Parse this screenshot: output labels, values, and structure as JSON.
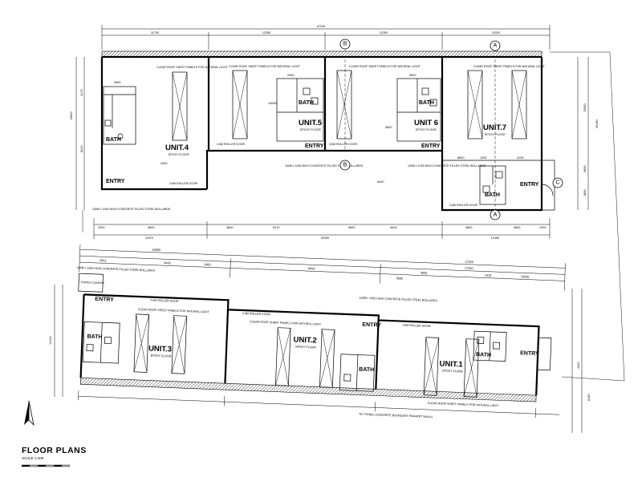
{
  "drawing": {
    "title": "FLOOR PLANS",
    "scale": "SCALE 1:100",
    "overall_dim_top": "47240",
    "overall_dim_bottom_block": "17320"
  },
  "grid_markers": {
    "a": "A",
    "b": "B",
    "c": "C"
  },
  "units": [
    {
      "label": "UNIT.4",
      "sub": "EPOXY FLOOR"
    },
    {
      "label": "UNIT.5",
      "sub": "EPOXY FLOOR"
    },
    {
      "label": "UNIT 6",
      "sub": "EPOXY FLOOR"
    },
    {
      "label": "UNIT.7",
      "sub": "EPOXY FLOOR"
    },
    {
      "label": "UNIT.3",
      "sub": "EPOXY FLOOR"
    },
    {
      "label": "UNIT.2",
      "sub": "EPOXY FLOOR"
    },
    {
      "label": "UNIT.1",
      "sub": "EPOXY FLOOR"
    }
  ],
  "rooms": {
    "bath": "BATH",
    "entry": "ENTRY",
    "porch": "PORCH CANOPY"
  },
  "notes": {
    "skylight": "CLEAR ROOF SHEET PANELS FOR NATURAL LIGHT",
    "roller_door": "3.6M ROLLER DOOR",
    "bollards": "100Ø x 1000 HIGH CONCRETE FILLED STEEL BOLLARDS",
    "tilt_panel": "TILT PANEL CONCRETE BOUNDARY PARAPET WALLS"
  },
  "dimensions": {
    "top": [
      "11700",
      "12250",
      "12250",
      "11020"
    ],
    "upper_bottom": [
      "11570",
      "25150",
      "10150"
    ],
    "sub": [
      "1200",
      "3600",
      "3600",
      "8170",
      "3600",
      "4615",
      "3600",
      "3600",
      "1200"
    ],
    "interior": [
      "3600",
      "2300",
      "4300",
      "3000",
      "1200",
      "8600",
      "4800",
      "10000",
      "6420",
      "4140"
    ],
    "lower_top": [
      "16920",
      "17320"
    ],
    "lower_sub": [
      "4551",
      "3400",
      "1460",
      "8000",
      "3600",
      "3600",
      "1410",
      "10030"
    ],
    "right": [
      "20180",
      "13500",
      "3600",
      "1800",
      "4420",
      "8180"
    ],
    "left": [
      "13600",
      "4170",
      "6410",
      "12100"
    ]
  }
}
